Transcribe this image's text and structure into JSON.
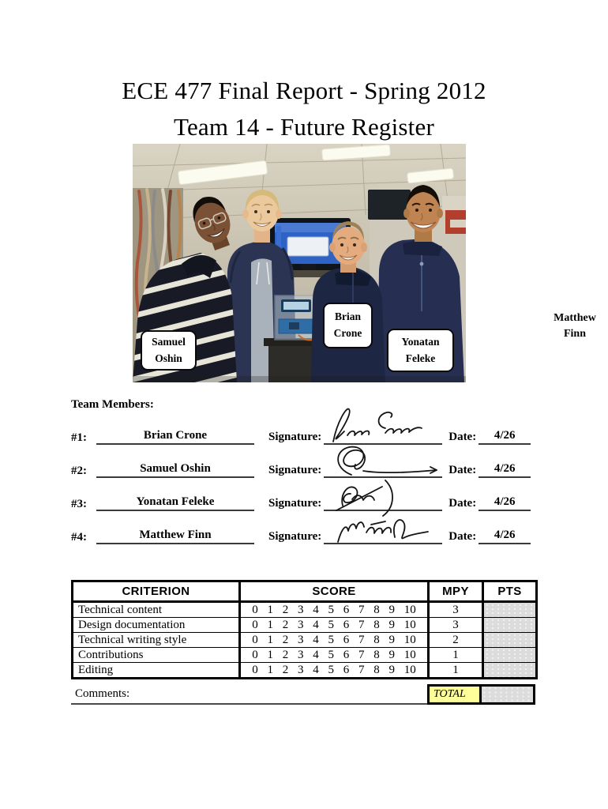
{
  "document": {
    "title_line1": "ECE 477 Final Report - Spring 2012",
    "title_line2": "Team 14 - Future Register"
  },
  "photo": {
    "labels": {
      "samuel": {
        "line1": "Samuel",
        "line2": "Oshin"
      },
      "brian": {
        "line1": "Brian",
        "line2": "Crone"
      },
      "yonatan": {
        "line1": "Yonatan",
        "line2": "Feleke"
      },
      "matthew": {
        "line1": "Matthew",
        "line2": "Finn"
      }
    }
  },
  "team_section": {
    "heading": "Team Members:",
    "signature_label": "Signature:",
    "date_label": "Date:",
    "members": [
      {
        "index": "#1:",
        "name": "Brian Crone",
        "date": "4/26"
      },
      {
        "index": "#2:",
        "name": "Samuel Oshin",
        "date": "4/26"
      },
      {
        "index": "#3:",
        "name": "Yonatan Feleke",
        "date": "4/26"
      },
      {
        "index": "#4:",
        "name": "Matthew Finn",
        "date": "4/26"
      }
    ]
  },
  "score_table": {
    "headers": {
      "criterion": "CRITERION",
      "score": "SCORE",
      "mpy": "MPY",
      "pts": "PTS"
    },
    "score_scale": [
      "0",
      "1",
      "2",
      "3",
      "4",
      "5",
      "6",
      "7",
      "8",
      "9",
      "10"
    ],
    "rows": [
      {
        "criterion": "Technical content",
        "mpy": "3",
        "pts": ""
      },
      {
        "criterion": "Design documentation",
        "mpy": "3",
        "pts": ""
      },
      {
        "criterion": "Technical writing style",
        "mpy": "2",
        "pts": ""
      },
      {
        "criterion": "Contributions",
        "mpy": "1",
        "pts": ""
      },
      {
        "criterion": "Editing",
        "mpy": "1",
        "pts": ""
      }
    ],
    "comments_label": "Comments:",
    "total_label": "TOTAL",
    "colors": {
      "total_bg": "#ffff99",
      "pts_bg": "#dcdcdc"
    }
  }
}
